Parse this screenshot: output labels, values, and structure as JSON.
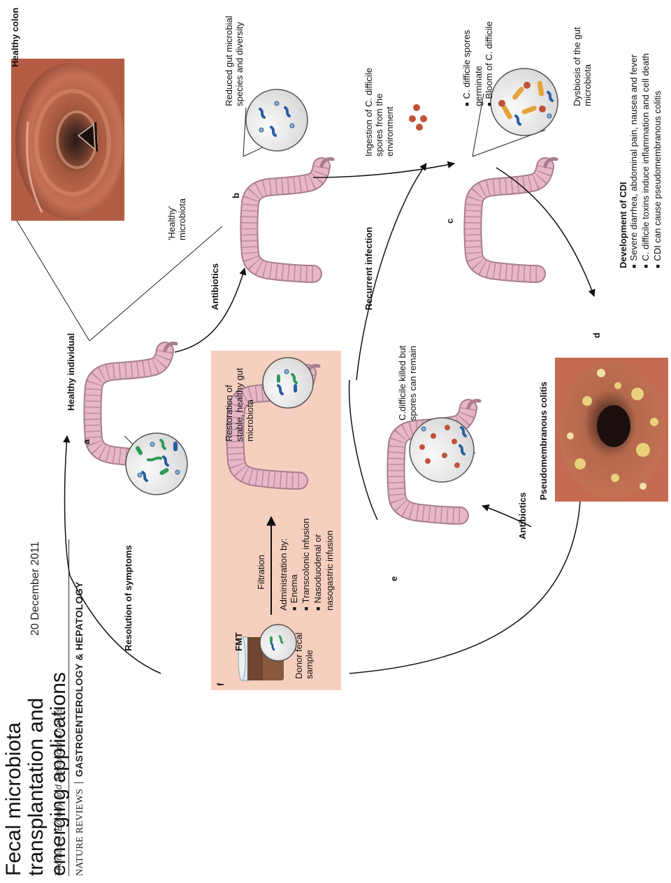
{
  "header": {
    "title": "Fecal microbiota transplantation and emerging applications",
    "title_line1": "Fecal microbiota transplantation and",
    "title_line2": "emerging applications",
    "date": "20 December 2011",
    "authors": "Thomas J. Borody and Alexander Khoruts",
    "journal_left": "NATURE REVIEWS",
    "journal_right": "GASTROENTEROLOGY & HEPATOLOGY"
  },
  "panels": {
    "a": {
      "letter": "a",
      "label": "Healthy individual",
      "microbiota": "'Healthy' microbiota",
      "photo_label": "Healthy colon"
    },
    "b": {
      "letter": "b",
      "label": "Reduced gut microbial species and diversity"
    },
    "c": {
      "letter": "c",
      "bullets": [
        "C. difficile spores germinate",
        "Bloom of C. difficile"
      ],
      "dysbiosis": "Dysbiosis of the gut microbiota"
    },
    "d": {
      "letter": "d",
      "title": "Development of CDI",
      "bullets": [
        "Severe diarrhea, abdominal pain, nausea and fever",
        "C. difficile toxins induce inflammation and cell death",
        "CDI can cause pseudomembranous colitis"
      ],
      "photo_label": "Pseudomembranous colitis"
    },
    "e": {
      "letter": "e",
      "label": "C.difficile killed but spores can remain"
    },
    "f": {
      "letter": "f",
      "fmt": "FMT",
      "donor": "Donor fecal sample",
      "filtration": "Filtration",
      "admin_title": "Administration by:",
      "admin_items": [
        "Enema",
        "Transcolonic infusion",
        "Nasoduodenal or nasogastric infusion"
      ],
      "restoration": "Restoration of stable, healthy gut microbiota"
    }
  },
  "arrows": {
    "antibiotics_ab": "Antibiotics",
    "ingestion": "Ingestion of C. difficile spores from the environment",
    "recurrent": "Recurrent infection",
    "antibiotics_de": "Antibiotics",
    "resolution": "Resolution of symptoms"
  },
  "colors": {
    "colon": "#e7b7c8",
    "colon_dark": "#a87c8e",
    "fmt_panel": "#f7cfbf",
    "bacteria_blue": "#2a5d9f",
    "bacteria_green": "#2f9a59",
    "spore_red": "#c0533a",
    "cdiff_orange": "#e4a43a"
  }
}
